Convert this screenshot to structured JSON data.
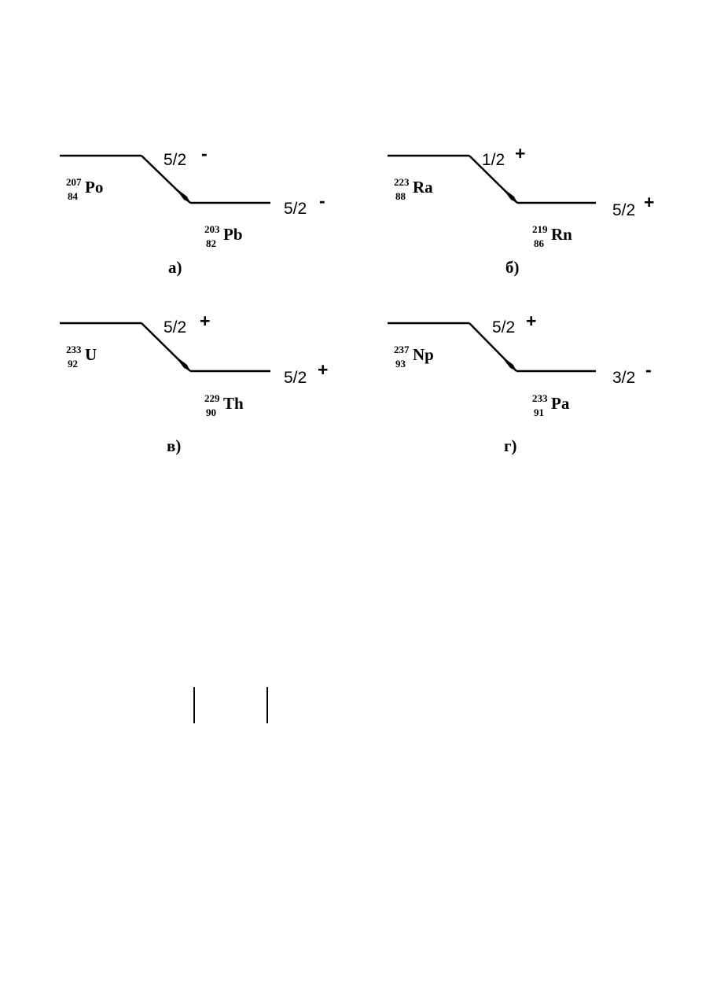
{
  "panels": [
    {
      "id": "a",
      "caption": "а)",
      "parent": {
        "mass": "207",
        "charge": "84",
        "symbol": "Po"
      },
      "daughter": {
        "mass": "203",
        "charge": "82",
        "symbol": "Pb"
      },
      "initial_state": {
        "spin": "5/2",
        "parity": "-"
      },
      "final_state": {
        "spin": "5/2",
        "parity": "-"
      }
    },
    {
      "id": "b",
      "caption": "б)",
      "parent": {
        "mass": "223",
        "charge": "88",
        "symbol": "Ra"
      },
      "daughter": {
        "mass": "219",
        "charge": "86",
        "symbol": "Rn"
      },
      "initial_state": {
        "spin": "1/2",
        "parity": "+"
      },
      "final_state": {
        "spin": "5/2",
        "parity": "+"
      }
    },
    {
      "id": "v",
      "caption": "в)",
      "parent": {
        "mass": "233",
        "charge": "92",
        "symbol": "U"
      },
      "daughter": {
        "mass": "229",
        "charge": "90",
        "symbol": "Th"
      },
      "initial_state": {
        "spin": "5/2",
        "parity": "+"
      },
      "final_state": {
        "spin": "5/2",
        "parity": "+"
      }
    },
    {
      "id": "g",
      "caption": "г)",
      "parent": {
        "mass": "237",
        "charge": "93",
        "symbol": "Np"
      },
      "daughter": {
        "mass": "233",
        "charge": "91",
        "symbol": "Pa"
      },
      "initial_state": {
        "spin": "5/2",
        "parity": "+"
      },
      "final_state": {
        "spin": "3/2",
        "parity": "-"
      }
    }
  ],
  "colors": {
    "ink": "#000000",
    "background": "#ffffff"
  }
}
